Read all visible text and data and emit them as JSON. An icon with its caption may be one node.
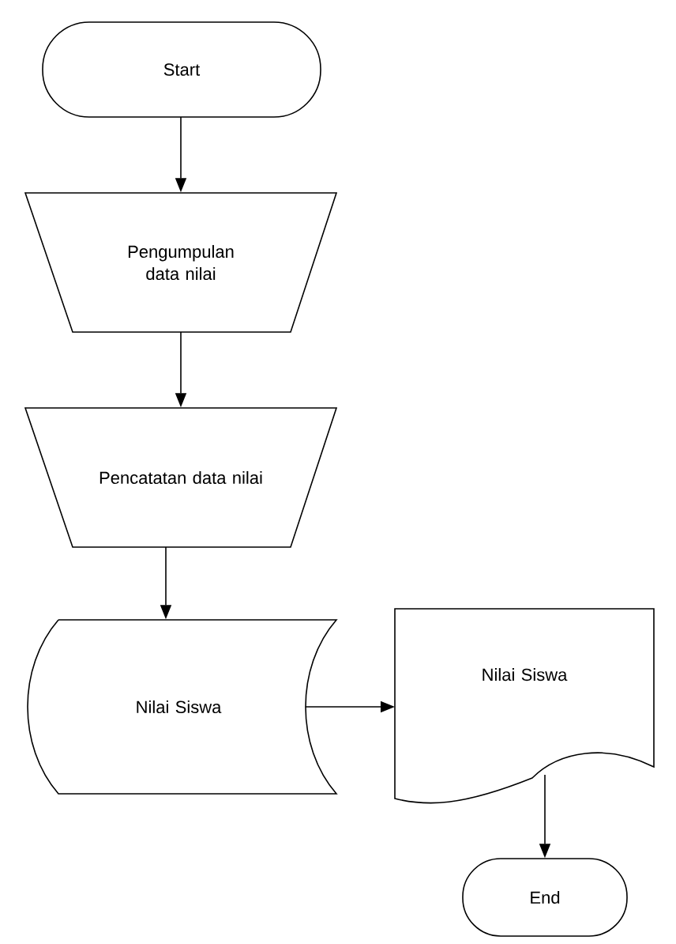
{
  "diagram": {
    "nodes": [
      {
        "text": [
          "Start"
        ]
      },
      {
        "text": [
          "Pengumpulan data nilai"
        ]
      },
      {
        "text": [
          "Pencatatan data nilai"
        ]
      },
      {
        "text": [
          "Nilai Siswa"
        ]
      },
      {
        "text": [
          "Nilai Siswa"
        ]
      },
      {
        "text": [
          "End"
        ]
      }
    ],
    "edges": [
      {
        "from": 0,
        "to": 1,
        "arrow": "to"
      },
      {
        "from": 1,
        "to": 2,
        "arrow": "to"
      },
      {
        "from": 2,
        "to": 3,
        "arrow": "to"
      },
      {
        "from": 3,
        "to": 4,
        "arrow": "to"
      },
      {
        "from": 4,
        "to": 5,
        "arrow": "to"
      }
    ]
  }
}
